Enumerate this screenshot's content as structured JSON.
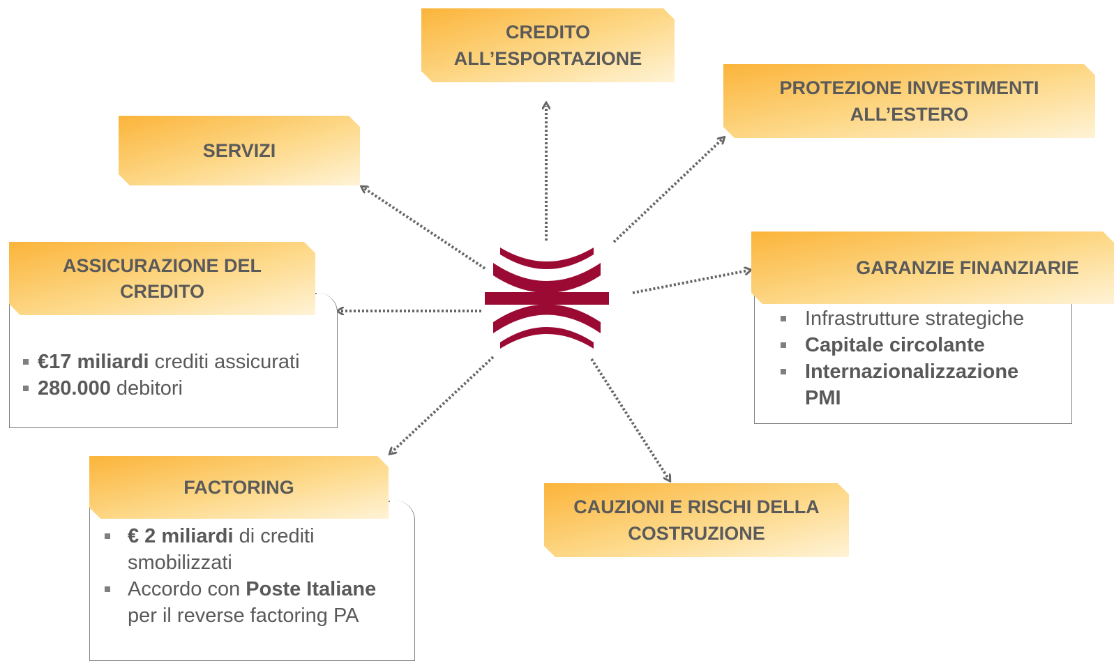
{
  "nodes": {
    "credito_export": {
      "title": "CREDITO ALL’ESPORTAZIONE"
    },
    "protezione": {
      "title": "PROTEZIONE INVESTIMENTI ALL’ESTERO"
    },
    "servizi": {
      "title": "SERVIZI"
    },
    "assicurazione": {
      "title": "ASSICURAZIONE DEL CREDITO"
    },
    "garanzie": {
      "title": "GARANZIE FINANZIARIE"
    },
    "factoring": {
      "title": "FACTORING"
    },
    "cauzioni": {
      "title": "CAUZIONI E RISCHI DELLA COSTRUZIONE"
    }
  },
  "assicurazione_details": {
    "item1_bold": "€17 miliardi",
    "item1_rest": " crediti assicurati",
    "item2_bold": "280.000",
    "item2_rest": " debitori"
  },
  "garanzie_details": {
    "item1": "Infrastrutture strategiche",
    "item2_bold": "Capitale circolante",
    "item3_bold": "Internazionalizzazione PMI"
  },
  "factoring_details": {
    "item1_bold": "€ 2 miliardi",
    "item1_rest": " di crediti smobilizzati",
    "item2_pre": "Accordo con ",
    "item2_bold": "Poste Italiane",
    "item2_rest": " per il reverse factoring PA"
  },
  "colors": {
    "box_gradient_start": "#fbb43a",
    "box_gradient_end": "#fff3d6",
    "text": "#595959",
    "arrow": "#666666",
    "logo": "#9b0a33"
  }
}
